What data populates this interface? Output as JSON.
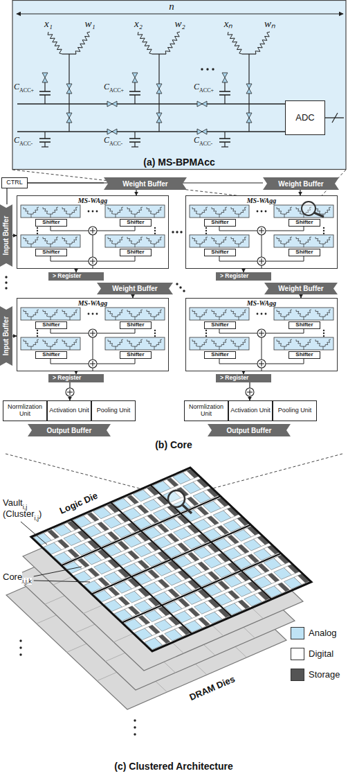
{
  "diagram": {
    "nodes": [
      {
        "text": [
          "ADC"
        ]
      },
      {
        "text": [
          "CTRL"
        ]
      },
      {
        "text": [
          "Weight Buffer"
        ]
      },
      {
        "text": [
          "Weight Buffer"
        ]
      },
      {
        "text": [
          "Input Buffer"
        ]
      },
      {
        "text": [
          "MS-WAgg"
        ]
      },
      {
        "text": [
          "Shifter"
        ],
        "in": 5
      },
      {
        "text": [
          "Shifter"
        ],
        "in": 5
      },
      {
        "text": [
          "Shifter"
        ],
        "in": 5
      },
      {
        "text": [
          "Shifter"
        ],
        "in": 5
      },
      {
        "text": [
          "MS-WAgg"
        ]
      },
      {
        "text": [
          "Shifter"
        ],
        "in": 10
      },
      {
        "text": [
          "Shifter"
        ],
        "in": 10
      },
      {
        "text": [
          "Shifter"
        ],
        "in": 10
      },
      {
        "text": [
          "Shifter"
        ],
        "in": 10
      },
      {
        "text": [
          "> Register"
        ]
      },
      {
        "text": [
          "> Register"
        ]
      },
      {
        "text": [
          "Weight Buffer"
        ]
      },
      {
        "text": [
          "Weight Buffer"
        ]
      },
      {
        "text": [
          "Input Buffer"
        ]
      },
      {
        "text": [
          "MS-WAgg"
        ]
      },
      {
        "text": [
          "Shifter"
        ],
        "in": 20
      },
      {
        "text": [
          "Shifter"
        ],
        "in": 20
      },
      {
        "text": [
          "Shifter"
        ],
        "in": 20
      },
      {
        "text": [
          "Shifter"
        ],
        "in": 20
      },
      {
        "text": [
          "MS-WAgg"
        ]
      },
      {
        "text": [
          "Shifter"
        ],
        "in": 25
      },
      {
        "text": [
          "Shifter"
        ],
        "in": 25
      },
      {
        "text": [
          "Shifter"
        ],
        "in": 25
      },
      {
        "text": [
          "Shifter"
        ],
        "in": 25
      },
      {
        "text": [
          "> Register"
        ]
      },
      {
        "text": [
          "> Register"
        ]
      },
      {
        "text": [
          "Normlization Unit"
        ]
      },
      {
        "text": [
          "Activation Unit"
        ]
      },
      {
        "text": [
          "Pooling Unit"
        ]
      },
      {
        "text": [
          "Normlization Unit"
        ]
      },
      {
        "text": [
          "Activation Unit"
        ]
      },
      {
        "text": [
          "Pooling Unit"
        ]
      },
      {
        "text": [
          "Output Buffer"
        ]
      },
      {
        "text": [
          "Output Buffer"
        ]
      }
    ],
    "edges": [
      {
        "from": 1,
        "to": 2,
        "arrow": "none"
      },
      {
        "from": 1,
        "to": 3,
        "arrow": "none"
      },
      {
        "from": 1,
        "to": 4,
        "arrow": "none"
      },
      {
        "from": 2,
        "to": 5,
        "arrow": "to"
      },
      {
        "from": 3,
        "to": 10,
        "arrow": "to"
      },
      {
        "from": 4,
        "to": 5,
        "arrow": "to"
      },
      {
        "from": 5,
        "to": 15,
        "arrow": "to"
      },
      {
        "from": 10,
        "to": 16,
        "arrow": "to"
      },
      {
        "from": 17,
        "to": 20,
        "arrow": "to"
      },
      {
        "from": 18,
        "to": 25,
        "arrow": "to"
      },
      {
        "from": 19,
        "to": 20,
        "arrow": "to"
      },
      {
        "from": 20,
        "to": 30,
        "arrow": "to"
      },
      {
        "from": 25,
        "to": 31,
        "arrow": "to"
      },
      {
        "from": 30,
        "to": 33,
        "arrow": "to"
      },
      {
        "from": 31,
        "to": 36,
        "arrow": "to"
      }
    ],
    "labels": [
      "n",
      "x₁",
      "w₁",
      "x₂",
      "w₂",
      "xₙ",
      "wₙ",
      "C",
      "ACC+",
      "C",
      "ACC+",
      "C",
      "ACC+",
      "C",
      "ACC-",
      "C",
      "ACC-",
      "C",
      "ACC-",
      "(a) MS-BPMAcc",
      "(b) Core",
      "Logic Die",
      "Vault",
      "i,j",
      "(Cluster",
      "i,j",
      ")",
      "Core",
      "i,j,k",
      "DRAM Dies",
      "(c) Clustered Architecture"
    ],
    "legend": [
      {
        "text": "Analog",
        "color": "#bfe3f5"
      },
      {
        "text": "Digital",
        "color": "#ffffff"
      },
      {
        "text": "Storage",
        "color": "#555555"
      }
    ]
  }
}
